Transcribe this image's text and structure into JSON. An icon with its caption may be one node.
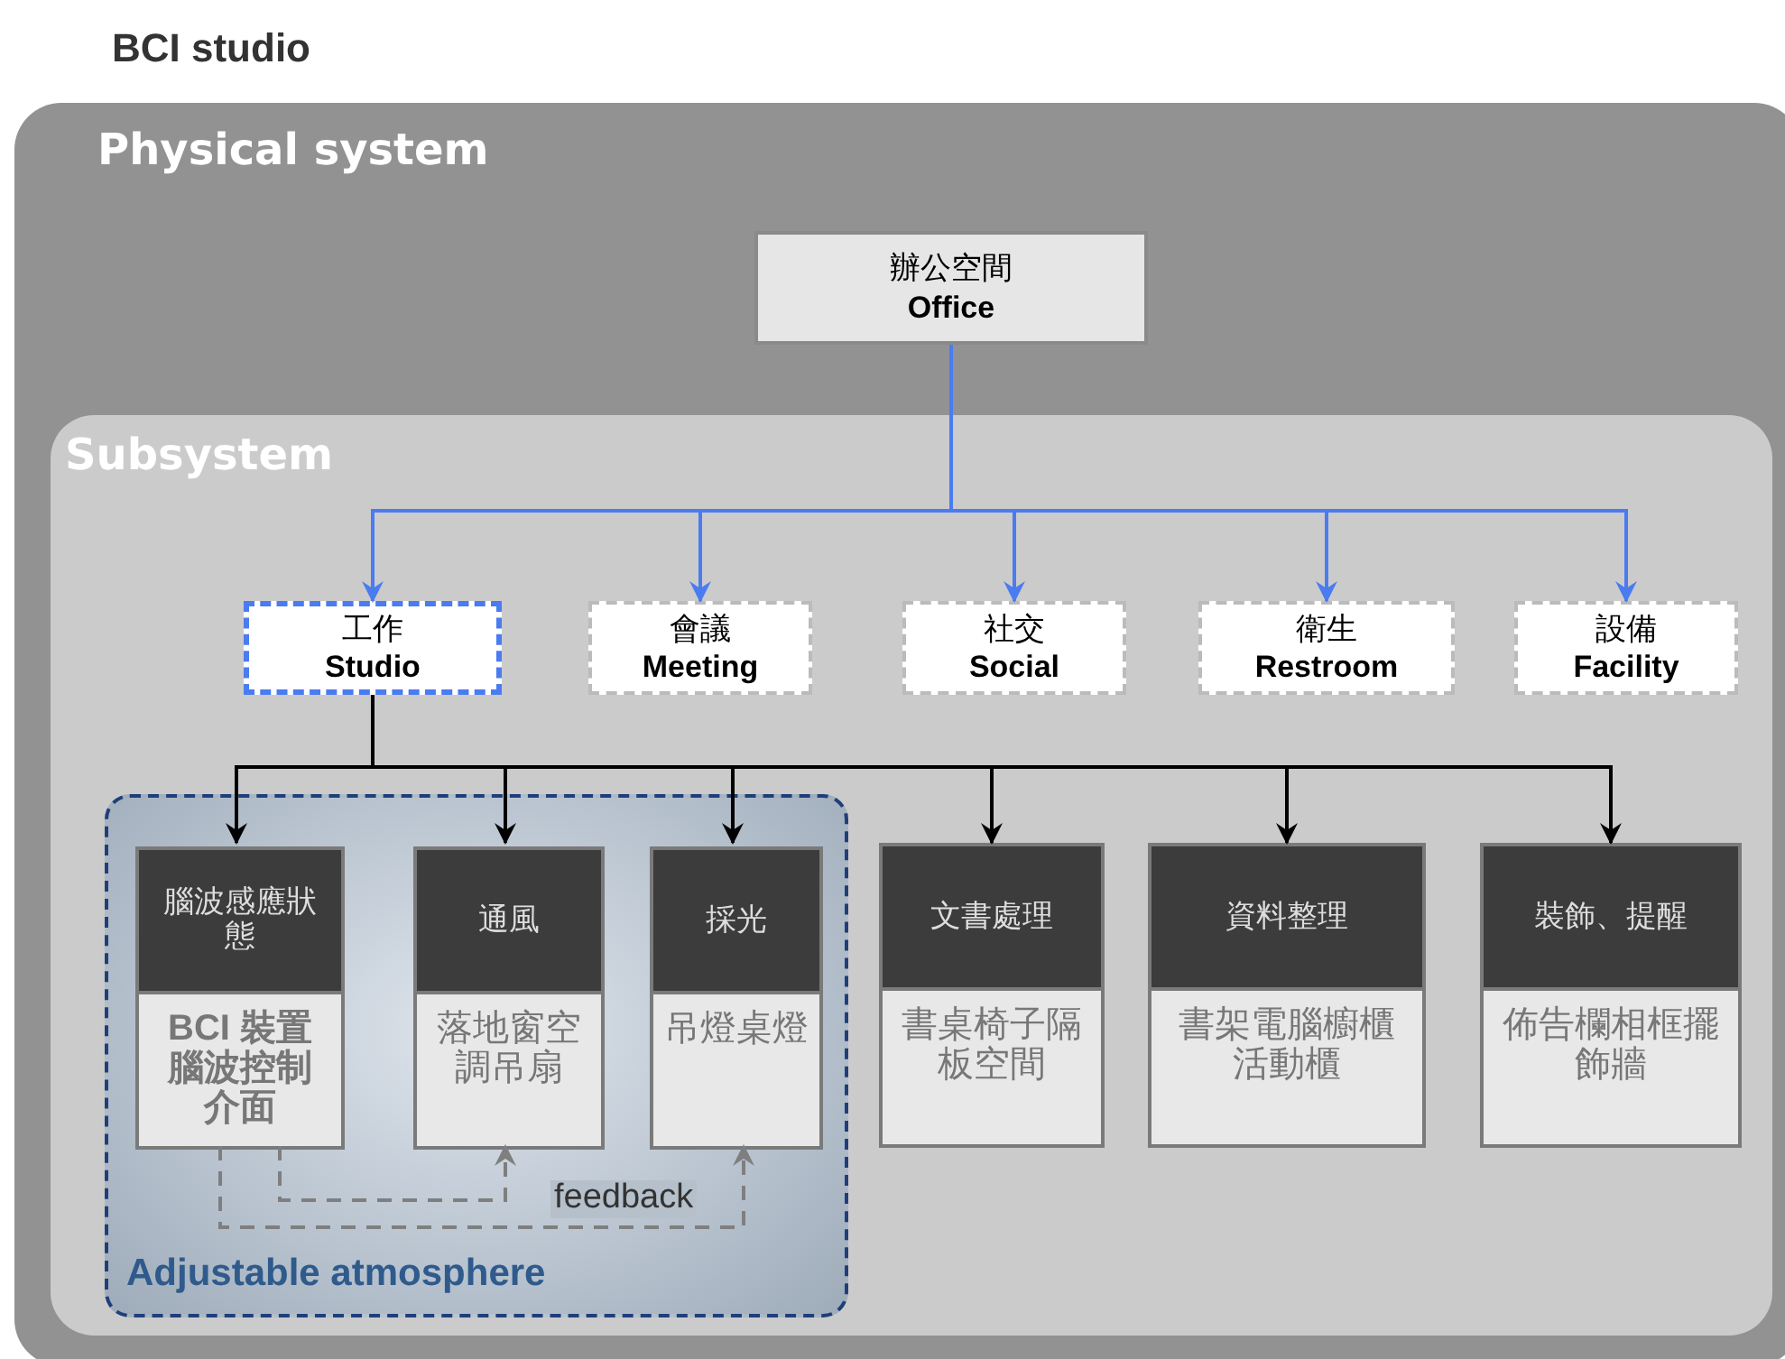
{
  "diagram": {
    "title": "BCI studio",
    "nodes": [
      {
        "text": [
          "Physical system"
        ]
      },
      {
        "text": [
          "辦公空間",
          "Office"
        ],
        "in": 0
      },
      {
        "text": [
          "Subsystem"
        ],
        "in": 0
      },
      {
        "text": [
          "工作",
          "Studio"
        ],
        "in": 2
      },
      {
        "text": [
          "會議",
          "Meeting"
        ],
        "in": 2
      },
      {
        "text": [
          "社交",
          "Social"
        ],
        "in": 2
      },
      {
        "text": [
          "衛生",
          "Restroom"
        ],
        "in": 2
      },
      {
        "text": [
          "設備",
          "Facility"
        ],
        "in": 2
      },
      {
        "text": [
          "Adjustable atmosphere"
        ],
        "in": 2
      },
      {
        "text": [
          "腦波感應狀態",
          "BCI 裝置腦波控制介面"
        ],
        "in": 8
      },
      {
        "text": [
          "通風",
          "落地窗空調吊扇"
        ],
        "in": 8
      },
      {
        "text": [
          "採光",
          "吊燈桌燈"
        ],
        "in": 8
      },
      {
        "text": [
          "文書處理",
          "書桌椅子隔板空間"
        ],
        "in": 2
      },
      {
        "text": [
          "資料整理",
          "書架電腦櫥櫃活動櫃"
        ],
        "in": 2
      },
      {
        "text": [
          "裝飾、提醒",
          "佈告欄相框擺飾牆"
        ],
        "in": 2
      }
    ],
    "edges": [
      {
        "from": 1,
        "to": 3,
        "arrow": "to",
        "color": "#4a7cf0"
      },
      {
        "from": 1,
        "to": 4,
        "arrow": "to",
        "color": "#4a7cf0"
      },
      {
        "from": 1,
        "to": 5,
        "arrow": "to",
        "color": "#4a7cf0"
      },
      {
        "from": 1,
        "to": 6,
        "arrow": "to",
        "color": "#4a7cf0"
      },
      {
        "from": 1,
        "to": 7,
        "arrow": "to",
        "color": "#4a7cf0"
      },
      {
        "from": 3,
        "to": 9,
        "arrow": "to"
      },
      {
        "from": 3,
        "to": 10,
        "arrow": "to"
      },
      {
        "from": 3,
        "to": 11,
        "arrow": "to"
      },
      {
        "from": 3,
        "to": 12,
        "arrow": "to"
      },
      {
        "from": 3,
        "to": 13,
        "arrow": "to"
      },
      {
        "from": 3,
        "to": 14,
        "arrow": "to"
      },
      {
        "from": 9,
        "to": 10,
        "arrow": "to",
        "style": "dashed",
        "color": "#7f7f7f"
      },
      {
        "from": 9,
        "to": 11,
        "arrow": "to",
        "style": "dashed",
        "color": "#7f7f7f",
        "label": "feedback"
      }
    ]
  }
}
